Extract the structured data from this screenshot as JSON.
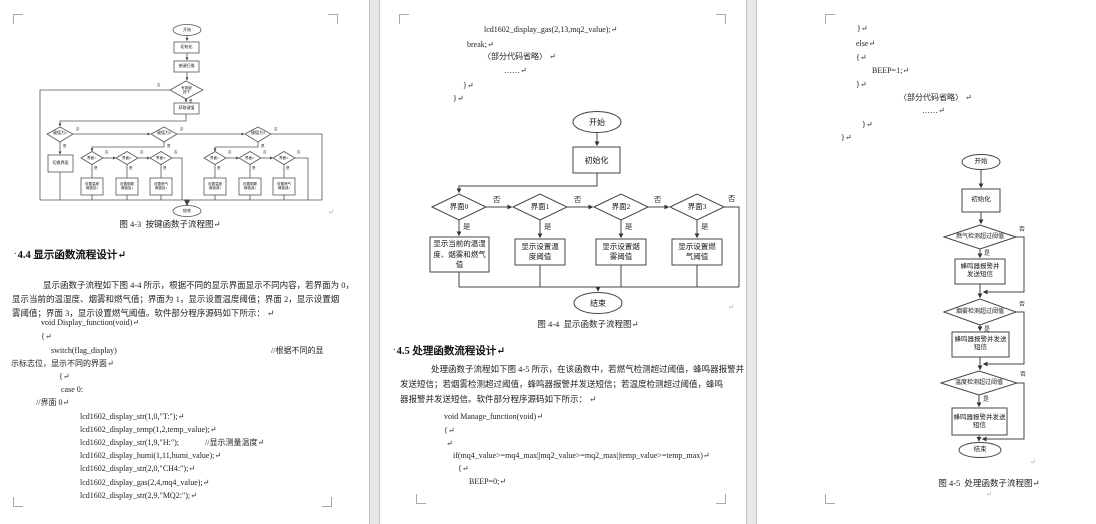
{
  "labels": {
    "yes": "是",
    "no": "否",
    "pmark": "↵",
    "bullet": "·"
  },
  "page1": {
    "fig43": {
      "caption": "图 4-3  按键函数子流程图↵",
      "nodes": {
        "start": "开始",
        "init": "初始化",
        "scan": "按键扫描",
        "key_pressed": "有按键\n按下",
        "get_key": "获取键值",
        "k1": "键值为1",
        "k2": "键值为2",
        "k3": "键值为3",
        "switch_ui": "切换界面",
        "ua1": "界面1",
        "ua2": "界面2",
        "ua3": "界面3",
        "ub1": "界面1",
        "ub2": "界面2",
        "ub3": "界面3",
        "ba1": "设置温度\n阈值加1",
        "ba2": "设置烟雾\n阈值加1",
        "ba3": "设置燃气\n阈值加1",
        "bb1": "设置温度\n阈值减1",
        "bb2": "设置烟雾\n阈值减1",
        "bb3": "设置燃气\n阈值减1",
        "end": "结束"
      }
    },
    "heading": "4.4 显示函数流程设计↵",
    "body": [
      "显示函数子流程如下图 4-4 所示，根据不同的显示界面显示不同内容，若界面为 0，",
      "显示当前的温湿度、烟雾和燃气值；界面为 1，显示设置温度阈值；界面 2，显示设置烟",
      "雾阈值；界面 3，显示设置燃气阈值。软件部分程序源码如下所示： ↵"
    ],
    "code": [
      "void Display_function(void)↵",
      "{↵",
      "switch(flag_display)",
      "//根据不同的显",
      "示标志位，显示不同的界面↵",
      "{↵",
      "case 0:",
      "//界面 0↵",
      "lcd1602_display_str(1,0,\"T:\");↵",
      "lcd1602_display_temp(1,2,temp_value);↵",
      "lcd1602_display_str(1,9,\"H:\");",
      "//显示测量温度↵",
      "lcd1602_display_humi(1,11,humi_value);↵",
      "lcd1602_display_str(2,0,\"CH4:\");↵",
      "lcd1602_display_gas(2,4,mq4_value);↵",
      "lcd1602_display_str(2,9,\"MQ2:\");↵"
    ]
  },
  "page2": {
    "code_top": [
      "lcd1602_display_gas(2,13,mq2_value);↵",
      "break;↵",
      "〈部分代码省略〉 ↵",
      "……↵",
      "}↵",
      "}↵"
    ],
    "fig44": {
      "caption": "图 4-4  显示函数子流程图↵",
      "nodes": {
        "start": "开始",
        "init": "初始化",
        "d0": "界面0",
        "d1": "界面1",
        "d2": "界面2",
        "d3": "界面3",
        "b0": "显示当前的温湿\n度、烟雾和燃气\n值",
        "b1": "显示设置温\n度阈值",
        "b2": "显示设置烟\n雾阈值",
        "b3": "显示设置燃\n气阈值",
        "end": "结束"
      }
    },
    "heading": "4.5 处理函数流程设计↵",
    "body": [
      "处理函数子流程如下图 4-5 所示，在该函数中，若燃气检测超过阈值，蜂鸣器报警并",
      "发送短信；若烟雾检测超过阈值，蜂鸣器报警并发送短信；若温度检测超过阈值，蜂鸣",
      "器报警并发送短信。软件部分程序源码如下所示： ↵"
    ],
    "code": [
      "void Manage_function(void)↵",
      "{↵",
      "↵",
      "if(mq4_value>=mq4_max||mq2_value>=mq2_max||temp_value>=temp_max)↵",
      "{↵",
      "BEEP=0;↵"
    ]
  },
  "page3": {
    "code_top": [
      "}↵",
      "else↵",
      "{↵",
      "BEEP=1;↵",
      "}↵",
      "〈部分代码省略〉 ↵",
      "……↵",
      "}↵",
      "}↵"
    ],
    "fig45": {
      "caption": "图 4-5  处理函数子流程图↵",
      "nodes": {
        "start": "开始",
        "init": "初始化",
        "d1": "燃气检测超过阈值",
        "b1": "蜂鸣器报警并\n发送短信",
        "d2": "烟雾检测超过阈值",
        "b2": "蜂鸣器报警并发送\n短信",
        "d3": "温度检测超过阈值",
        "b3": "蜂鸣器报警并发送\n短信",
        "end": "结束"
      }
    }
  }
}
